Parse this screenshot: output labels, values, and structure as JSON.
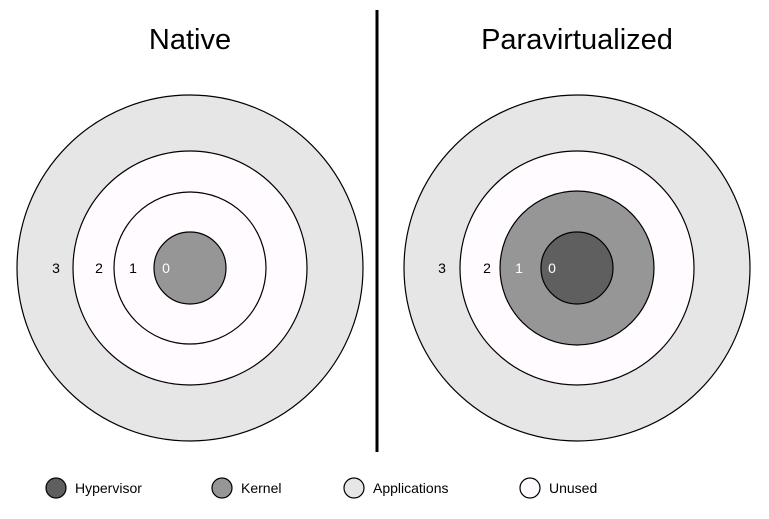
{
  "colors": {
    "hypervisor": "#5f5f5f",
    "kernel": "#969696",
    "applications": "#e6e6e6",
    "unused": "#fffbff",
    "outline": "#000000",
    "divider": "#000000"
  },
  "native": {
    "title": "Native",
    "rings": [
      {
        "label": "3",
        "role": "applications"
      },
      {
        "label": "2",
        "role": "unused"
      },
      {
        "label": "1",
        "role": "unused"
      },
      {
        "label": "0",
        "role": "kernel"
      }
    ]
  },
  "paravirtualized": {
    "title": "Paravirtualized",
    "rings": [
      {
        "label": "3",
        "role": "applications"
      },
      {
        "label": "2",
        "role": "unused"
      },
      {
        "label": "1",
        "role": "kernel"
      },
      {
        "label": "0",
        "role": "hypervisor"
      }
    ]
  },
  "legend": [
    {
      "label": "Hypervisor",
      "role": "hypervisor"
    },
    {
      "label": "Kernel",
      "role": "kernel"
    },
    {
      "label": "Applications",
      "role": "applications"
    },
    {
      "label": "Unused",
      "role": "unused"
    }
  ]
}
